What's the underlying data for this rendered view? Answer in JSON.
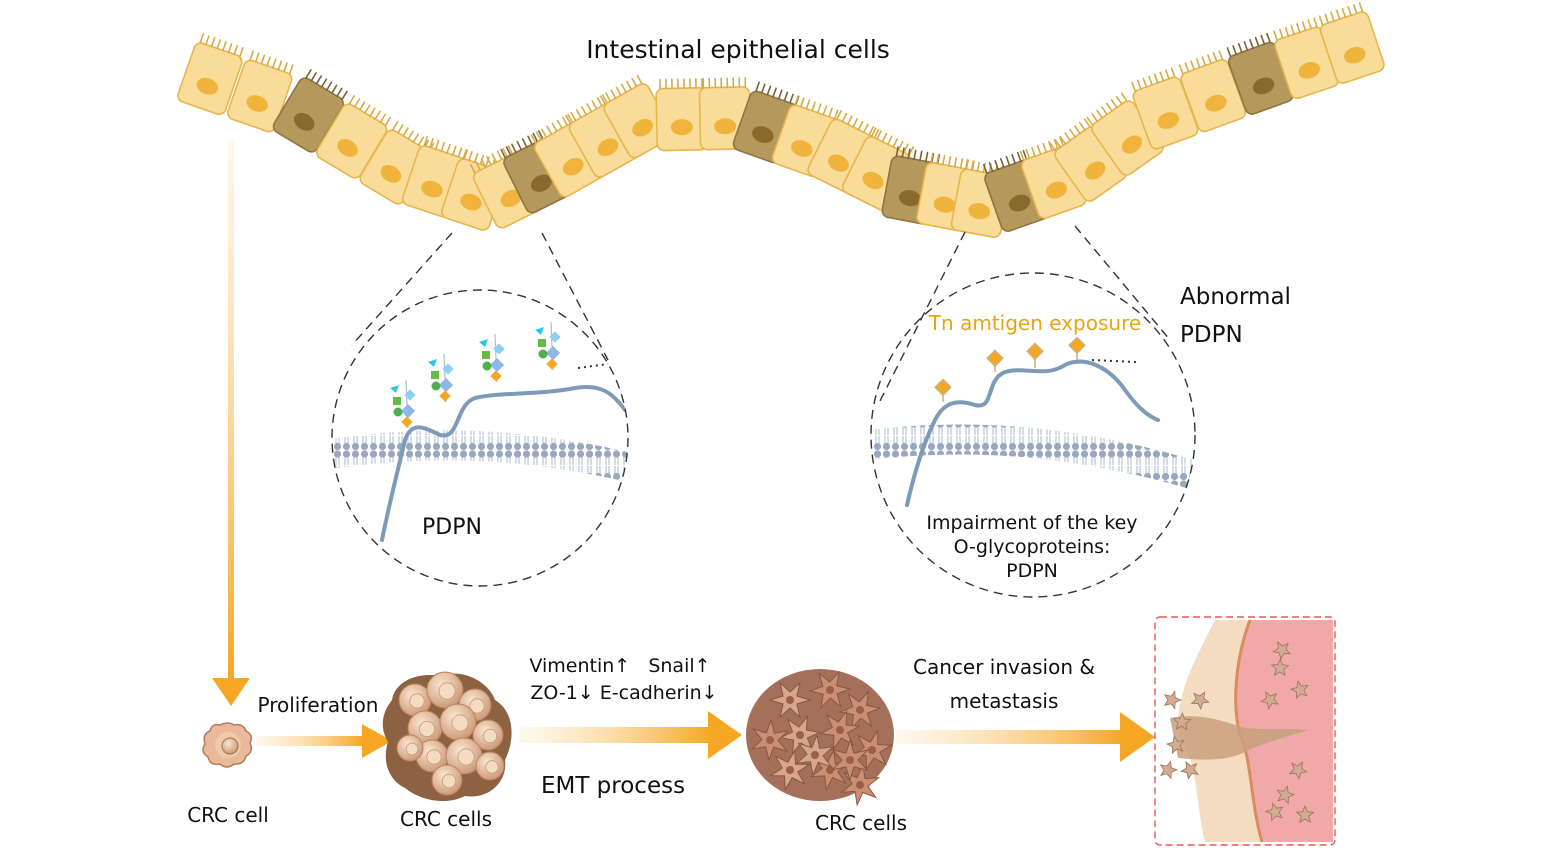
{
  "title": "Intestinal epithelial cells",
  "left_inset": {
    "label": "PDPN"
  },
  "right_inset": {
    "tn_label": "Tn amtigen exposure",
    "side_label_line1": "Abnormal",
    "side_label_line2": "PDPN",
    "caption_line1": "Impairment of the key",
    "caption_line2": "O-glycoproteins:",
    "caption_line3": "PDPN"
  },
  "pathway": {
    "step1_label": "Proliferation",
    "emt_markers_line1": "Vimentin↑   Snail↑",
    "emt_markers_line2": "ZO-1↓ E-cadherin↓",
    "emt_label": "EMT process",
    "invasion_line1": "Cancer invasion &",
    "invasion_line2": "metastasis",
    "cell_label_1": "CRC cell",
    "cell_label_2": "CRC cells",
    "cell_label_3": "CRC cells"
  },
  "colors": {
    "cell_fill": "#f9dc9a",
    "cell_stroke": "#e8b54a",
    "nucleus": "#f0b43c",
    "goblet_fill": "#b5985c",
    "goblet_nucleus": "#8a6a2c",
    "arrow": "#f5a623",
    "membrane": "#97a8c0",
    "pdpn_chain": "#7d9ab8",
    "tn_text": "#e8a317",
    "tissue_pink": "#f0a8a8",
    "tissue_beige": "#f3dcc0"
  }
}
